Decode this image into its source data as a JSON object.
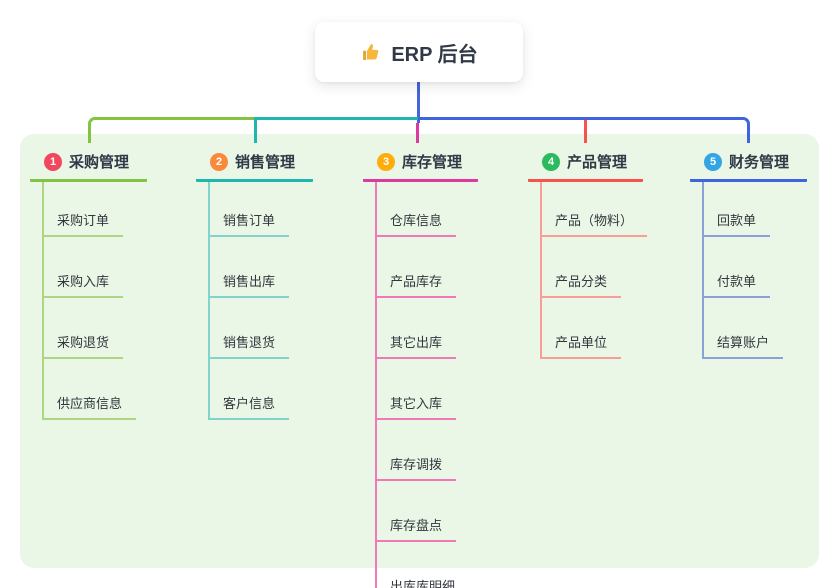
{
  "root": {
    "title": "ERP 后台",
    "icon": "thumbs-up-icon"
  },
  "colors": {
    "panel_bg": "#eaf6e6",
    "root_line": "#4365de",
    "title_text": "#2f3a47",
    "child_text": "#33373d"
  },
  "branches": [
    {
      "badge": "1",
      "label": "采购管理",
      "badge_color": "#f2485f",
      "line_color": "#82c341",
      "child_line_color": "#aed581",
      "children": [
        "采购订单",
        "采购入库",
        "采购退货",
        "供应商信息"
      ]
    },
    {
      "badge": "2",
      "label": "销售管理",
      "badge_color": "#f98a3c",
      "line_color": "#1eb6ad",
      "child_line_color": "#82d3cb",
      "children": [
        "销售订单",
        "销售出库",
        "销售退货",
        "客户信息"
      ]
    },
    {
      "badge": "3",
      "label": "库存管理",
      "badge_color": "#ffad0d",
      "line_color": "#dc3a9f",
      "child_line_color": "#f07ab7",
      "children": [
        "仓库信息",
        "产品库存",
        "其它出库",
        "其它入库",
        "库存调拨",
        "库存盘点",
        "出库库明细"
      ]
    },
    {
      "badge": "4",
      "label": "产品管理",
      "badge_color": "#2bba60",
      "line_color": "#f8524f",
      "child_line_color": "#f99e97",
      "children": [
        "产品（物料）",
        "产品分类",
        "产品单位"
      ]
    },
    {
      "badge": "5",
      "label": "财务管理",
      "badge_color": "#31a5e6",
      "line_color": "#3f64dd",
      "child_line_color": "#8ba2d8",
      "children": [
        "回款单",
        "付款单",
        "结算账户"
      ]
    }
  ]
}
